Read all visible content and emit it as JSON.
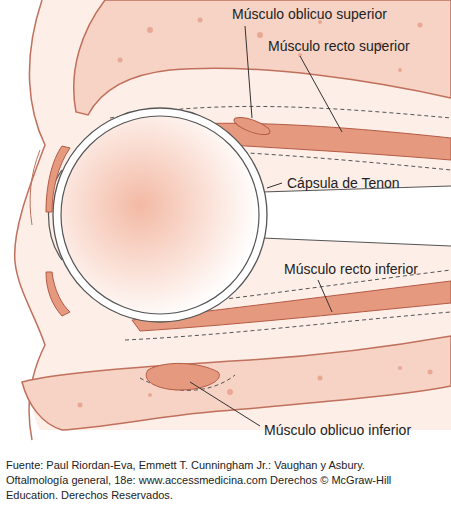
{
  "diagram": {
    "caption": "Fuente: Paul Riordan-Eva, Emmett T. Cunningham Jr.: Vaughan y Asbury. Oftalmología general, 18e: www.accessmedicina.com Derechos © McGraw-Hill Education. Derechos Reservados.",
    "labels": [
      "Músculo oblicuo superior",
      "Músculo recto superior",
      "Cápsula de Tenon",
      "Músculo recto inferior",
      "Músculo oblicuo inferior"
    ]
  }
}
